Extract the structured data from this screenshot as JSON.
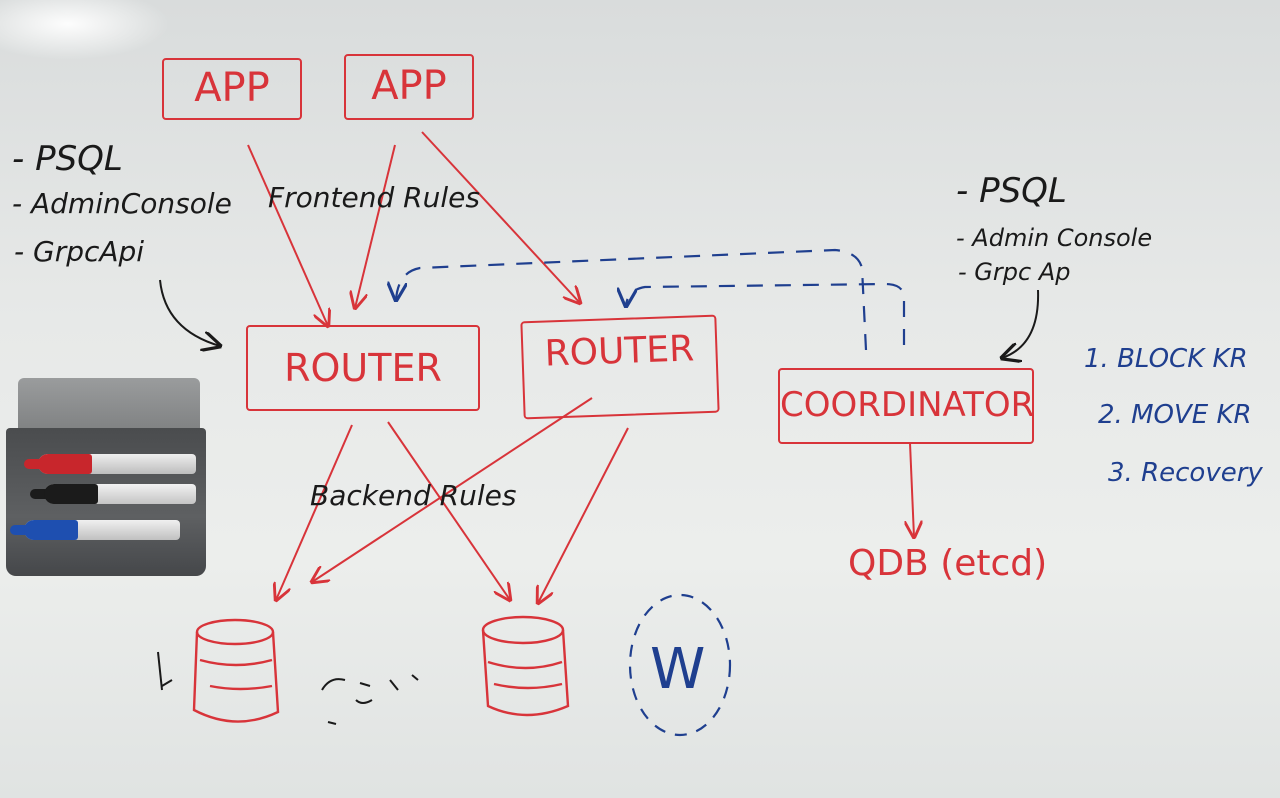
{
  "left_list": [
    "- PSQL",
    "- AdminConsole",
    "- GrpcApi"
  ],
  "right_list": [
    "- PSQL",
    "- Admin Console",
    "- Grpc Ap"
  ],
  "apps": [
    "APP",
    "APP"
  ],
  "routers": [
    "ROUTER",
    "ROUTER"
  ],
  "coordinator": "COORDINATOR",
  "qdb": "QDB (etcd)",
  "frontend_rules": "Frontend Rules",
  "backend_rules": "Backend Rules",
  "steps": [
    "1. BLOCK KR",
    "2. MOVE KR",
    "3. Recovery"
  ],
  "worker": "W",
  "colors": {
    "red_marker": "#d8343a",
    "black_marker": "#1a1a1a",
    "blue_marker": "#1f3f8f",
    "board": "#e7e9e8"
  }
}
